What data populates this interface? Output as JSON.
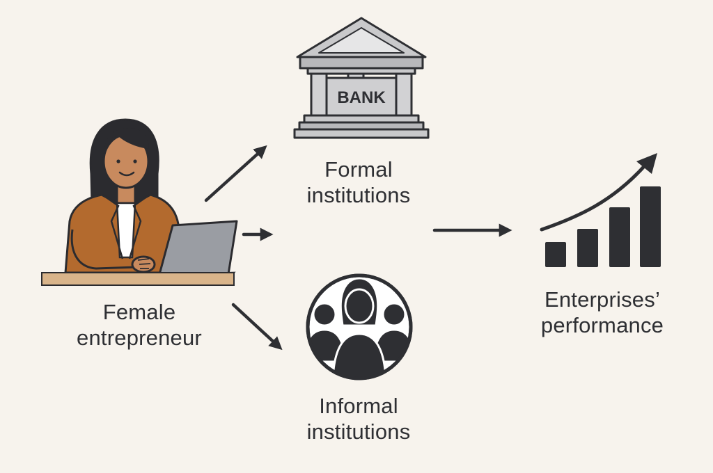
{
  "nodes": {
    "female_entrepreneur": {
      "label": "Female\nentrepreneur"
    },
    "formal_institutions": {
      "label": "Formal\ninstitutions",
      "sign_text": "BANK"
    },
    "informal_institutions": {
      "label": "Informal\ninstitutions"
    },
    "enterprises_performance": {
      "label": "Enterprises’\nperformance"
    }
  },
  "edges": [
    {
      "from": "female_entrepreneur",
      "to": "formal_institutions"
    },
    {
      "from": "female_entrepreneur",
      "to": "center"
    },
    {
      "from": "female_entrepreneur",
      "to": "informal_institutions"
    },
    {
      "from": "center",
      "to": "enterprises_performance"
    }
  ],
  "icons": {
    "entrepreneur": "woman-at-laptop-icon",
    "formal": "bank-building-icon",
    "informal": "people-group-icon",
    "performance": "bar-chart-growth-icon"
  },
  "colors": {
    "background": "#f7f3ed",
    "ink": "#2e2f33",
    "bank_gray": "#c9c9cb",
    "jacket": "#b36a2e",
    "skin": "#c88a5e",
    "desk": "#d9b48a",
    "laptop": "#9a9da3"
  }
}
